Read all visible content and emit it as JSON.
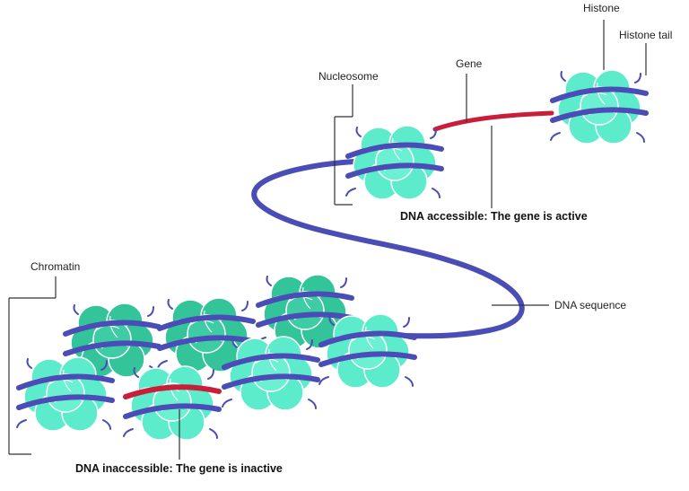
{
  "labels": {
    "histone": "Histone",
    "histone_tail": "Histone tail",
    "gene": "Gene",
    "nucleosome": "Nucleosome",
    "dna_accessible": "DNA accessible: The gene is active",
    "chromatin": "Chromatin",
    "dna_sequence": "DNA sequence",
    "dna_inaccessible": "DNA inaccessible: The gene is inactive"
  },
  "colors": {
    "histone_light": "#58e8c8",
    "histone_dark": "#2fbf95",
    "histone_outline": "#ffffff",
    "dna_strand": "#4a4db5",
    "gene_segment": "#c81e3a",
    "leader_line": "#333333",
    "background": "#ffffff"
  }
}
